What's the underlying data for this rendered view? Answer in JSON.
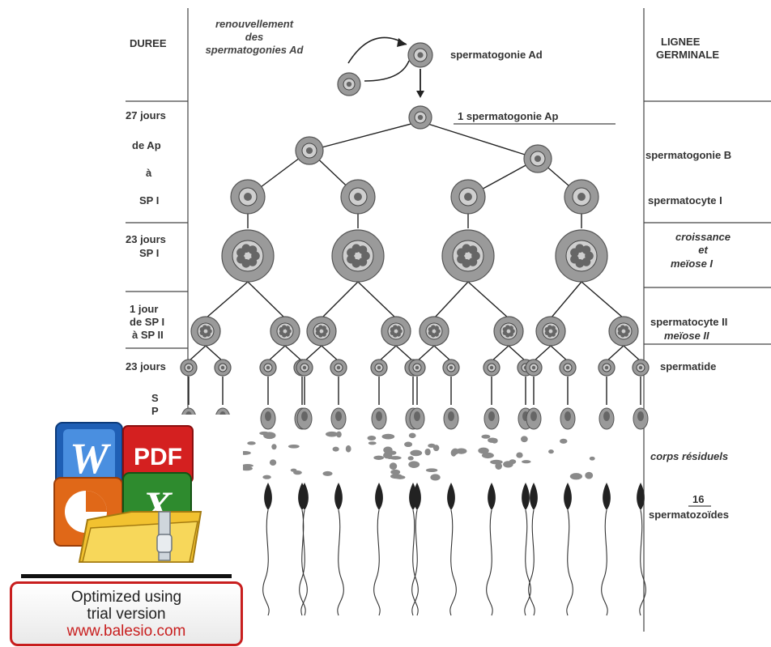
{
  "left_column": {
    "duree": "DUREE",
    "t27": "27 jours",
    "de_ap": "de Ap",
    "a": "à",
    "sp1_a": "SP I",
    "t23a": "23 jours",
    "sp1_b": "SP I",
    "t1": "1 jour",
    "de_sp1": "de SP I",
    "a_sp2": "à SP II",
    "t23b": "23 jours",
    "s": "S",
    "p": "P"
  },
  "right_column": {
    "lignee_1": "LIGNEE",
    "lignee_2": "GERMINALE",
    "spermatogonie_b": "spermatogonie B",
    "spermatocyte_1": "spermatocyte I",
    "croissance": "croissance",
    "et": "et",
    "meiose_1": "meïose I",
    "spermatocyte_2": "spermatocyte II",
    "meiose_2": "meïose II",
    "spermatide": "spermatide",
    "corps_residuels": "corps résiduels",
    "count": "16",
    "spermatozoides": "spermatozoïdes"
  },
  "center": {
    "renouv_1": "renouvellement",
    "renouv_2": "des",
    "renouv_3": "spermatogonies Ad",
    "sg_ad": "spermatogonie Ad",
    "sg_ap": "1 spermatogonie Ap"
  },
  "badge": {
    "icons": [
      "word-icon",
      "pdf-icon",
      "powerpoint-icon",
      "excel-icon",
      "folder-zip-icon"
    ],
    "pdf_text": "PDF",
    "w_text": "W",
    "x_text": "X",
    "line1": "Optimized using",
    "line2": "trial version",
    "line3": "www.balesio.com"
  },
  "colors": {
    "cell": "#9a9a9a",
    "nucleus": "#666666",
    "ink": "#222222",
    "badge_red": "#c81e1e"
  }
}
